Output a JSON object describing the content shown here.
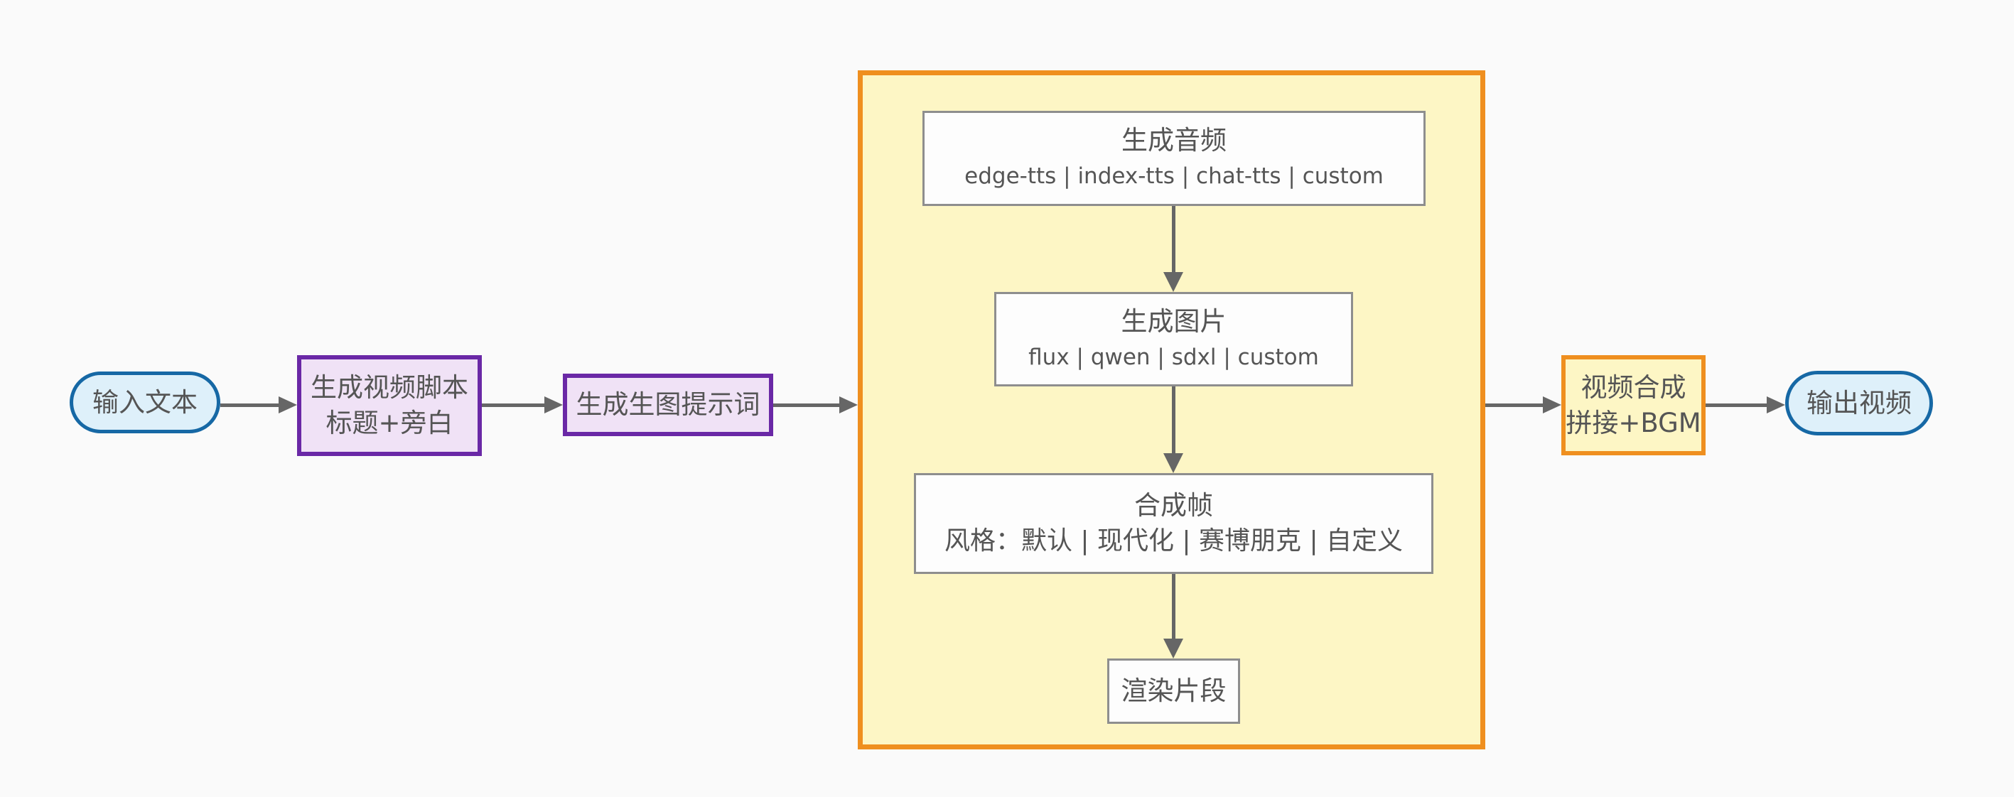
{
  "diagram": {
    "type": "flowchart-left-to-right",
    "description": "video generation pipeline flowchart"
  },
  "colors": {
    "arrow": "#666666",
    "text": "#555555",
    "stadium-fill": "#def0fa",
    "stadium-border": "#1668a5",
    "purple-fill": "#f0e2f6",
    "purple-border": "#6a28a6",
    "container-fill": "#fdf6c5",
    "container-border": "#ef8f1f",
    "inner-fill": "#fdfdfd",
    "inner-border": "#8e8e8e",
    "page-bg": "#fafafa"
  },
  "nodes": {
    "input": {
      "label": "输入文本"
    },
    "script": {
      "line1": "生成视频脚本",
      "line2": "标题+旁白"
    },
    "prompt": {
      "label": "生成生图提示词"
    },
    "audio": {
      "line1": "生成音频",
      "line2": "edge-tts | index-tts | chat-tts | custom"
    },
    "image": {
      "line1": "生成图片",
      "line2": "flux | qwen | sdxl | custom"
    },
    "frames": {
      "line1": "合成帧",
      "line2": "风格：默认 | 现代化 | 赛博朋克 | 自定义"
    },
    "render": {
      "label": "渲染片段"
    },
    "compose": {
      "line1": "视频合成",
      "line2": "拼接+BGM"
    },
    "output": {
      "label": "输出视频"
    }
  }
}
